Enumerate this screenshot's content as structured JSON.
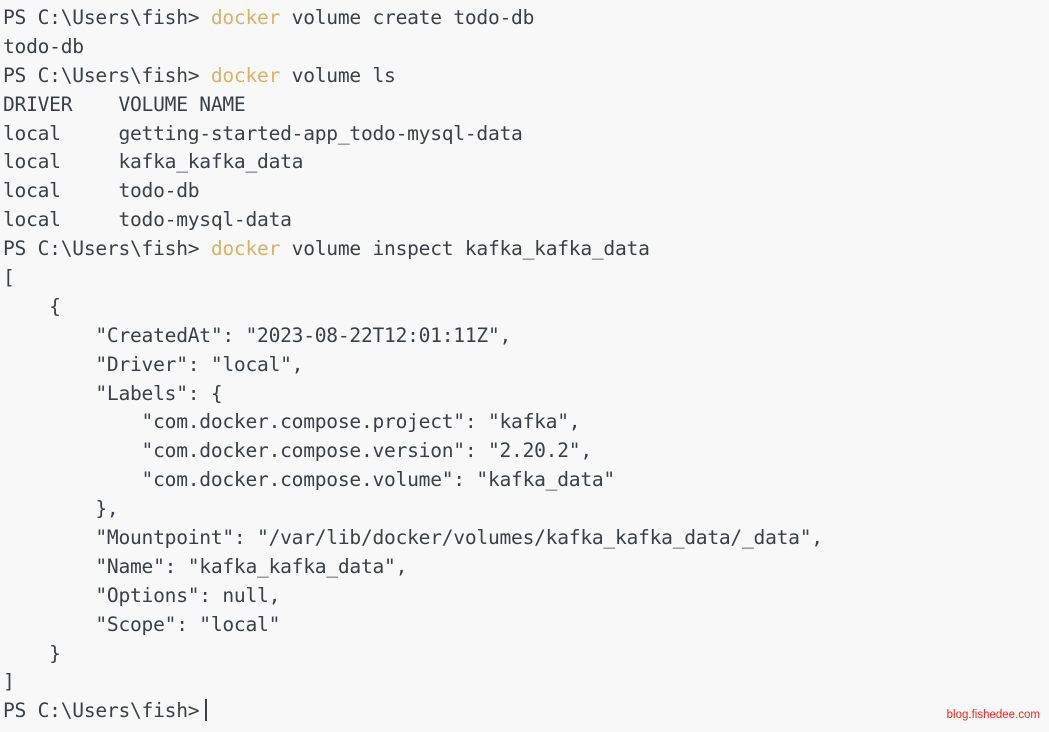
{
  "terminal": {
    "app": "PowerShell",
    "prompt": "PS C:\\Users\\fish>",
    "colors": {
      "background": "#f8f8f8",
      "foreground": "#3b4048",
      "keyword": "#d8b26a",
      "watermark": "#ff2020"
    },
    "cursor_visible": true,
    "lines": [
      {
        "type": "prompt",
        "prompt": "PS C:\\Users\\fish>",
        "keyword": " docker",
        "rest": " volume create todo-db"
      },
      {
        "type": "output",
        "text": "todo-db"
      },
      {
        "type": "prompt",
        "prompt": "PS C:\\Users\\fish>",
        "keyword": " docker",
        "rest": " volume ls"
      },
      {
        "type": "output",
        "text": "DRIVER    VOLUME NAME"
      },
      {
        "type": "output",
        "text": "local     getting-started-app_todo-mysql-data"
      },
      {
        "type": "output",
        "text": "local     kafka_kafka_data"
      },
      {
        "type": "output",
        "text": "local     todo-db"
      },
      {
        "type": "output",
        "text": "local     todo-mysql-data"
      },
      {
        "type": "prompt",
        "prompt": "PS C:\\Users\\fish>",
        "keyword": " docker",
        "rest": " volume inspect kafka_kafka_data"
      },
      {
        "type": "output",
        "text": "["
      },
      {
        "type": "output",
        "text": "    {"
      },
      {
        "type": "output",
        "text": "        \"CreatedAt\": \"2023-08-22T12:01:11Z\","
      },
      {
        "type": "output",
        "text": "        \"Driver\": \"local\","
      },
      {
        "type": "output",
        "text": "        \"Labels\": {"
      },
      {
        "type": "output",
        "text": "            \"com.docker.compose.project\": \"kafka\","
      },
      {
        "type": "output",
        "text": "            \"com.docker.compose.version\": \"2.20.2\","
      },
      {
        "type": "output",
        "text": "            \"com.docker.compose.volume\": \"kafka_data\""
      },
      {
        "type": "output",
        "text": "        },"
      },
      {
        "type": "output",
        "text": "        \"Mountpoint\": \"/var/lib/docker/volumes/kafka_kafka_data/_data\","
      },
      {
        "type": "output",
        "text": "        \"Name\": \"kafka_kafka_data\","
      },
      {
        "type": "output",
        "text": "        \"Options\": null,"
      },
      {
        "type": "output",
        "text": "        \"Scope\": \"local\""
      },
      {
        "type": "output",
        "text": "    }"
      },
      {
        "type": "output",
        "text": "]"
      },
      {
        "type": "cursor",
        "prompt": "PS C:\\Users\\fish>"
      }
    ]
  },
  "watermark": {
    "text": "blog.fishedee.com"
  }
}
